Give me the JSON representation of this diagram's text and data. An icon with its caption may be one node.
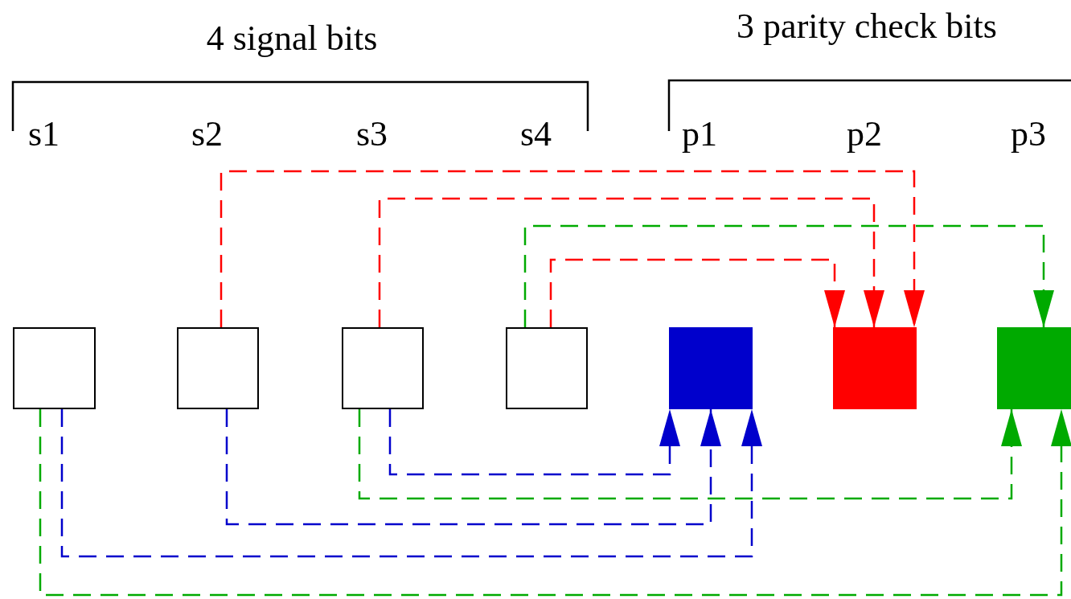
{
  "diagram": {
    "nodes": [
      {
        "text": [],
        "shape": "box"
      },
      {
        "text": [],
        "shape": "box"
      },
      {
        "text": [],
        "shape": "box"
      },
      {
        "text": [],
        "shape": "box"
      },
      {
        "text": [],
        "shape": "box"
      },
      {
        "text": [],
        "shape": "box"
      },
      {
        "text": [],
        "shape": "box"
      }
    ],
    "edges": [
      {
        "from": 1,
        "to": 5,
        "arrow": "to",
        "style": "dashed",
        "color": "#ff0000"
      },
      {
        "from": 2,
        "to": 5,
        "arrow": "to",
        "style": "dashed",
        "color": "#ff0000"
      },
      {
        "from": 3,
        "to": 5,
        "arrow": "to",
        "style": "dashed",
        "color": "#ff0000"
      },
      {
        "from": 3,
        "to": 6,
        "arrow": "to",
        "style": "dashed",
        "color": "#00aa00"
      },
      {
        "from": 2,
        "to": 6,
        "arrow": "to",
        "style": "dashed",
        "color": "#00aa00"
      },
      {
        "from": 0,
        "to": 6,
        "arrow": "to",
        "style": "dashed",
        "color": "#00aa00"
      },
      {
        "from": 2,
        "to": 4,
        "arrow": "to",
        "style": "dashed",
        "color": "#0000cc"
      },
      {
        "from": 1,
        "to": 4,
        "arrow": "to",
        "style": "dashed",
        "color": "#0000cc"
      },
      {
        "from": 0,
        "to": 4,
        "arrow": "to",
        "style": "dashed",
        "color": "#0000cc"
      }
    ],
    "labels": [
      "4 signal bits",
      "3 parity check bits",
      "s1",
      "s2",
      "s3",
      "s4",
      "p1",
      "p2",
      "p3"
    ]
  }
}
